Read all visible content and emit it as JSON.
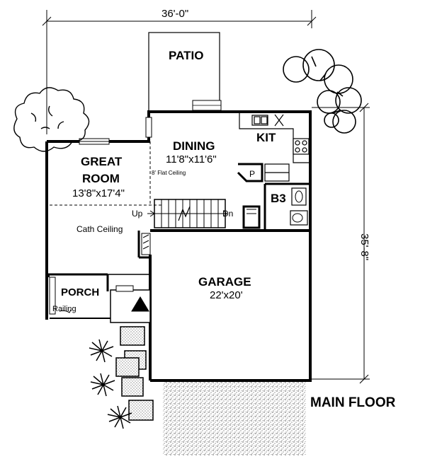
{
  "overall": {
    "width_dim": "36'-0\"",
    "depth_dim": "35'-8\""
  },
  "rooms": {
    "patio": {
      "name": "PATIO"
    },
    "dining": {
      "name": "DINING",
      "size": "11'8\"x11'6\"",
      "ceiling": "8' Flat Ceiling"
    },
    "kitchen": {
      "name": "KIT",
      "pantry": "P"
    },
    "great_room": {
      "name_line1": "GREAT",
      "name_line2": "ROOM",
      "size": "13'8\"x17'4\"",
      "ceiling": "Cath Ceiling"
    },
    "bath": {
      "name": "B3"
    },
    "porch": {
      "name": "PORCH",
      "railing": "Railing"
    },
    "garage": {
      "name": "GARAGE",
      "size": "22'x20'"
    }
  },
  "stairs": {
    "up": "Up",
    "down": "Dn"
  },
  "floor_title": "MAIN FLOOR",
  "colors": {
    "ink": "#000000",
    "paper": "#ffffff"
  }
}
